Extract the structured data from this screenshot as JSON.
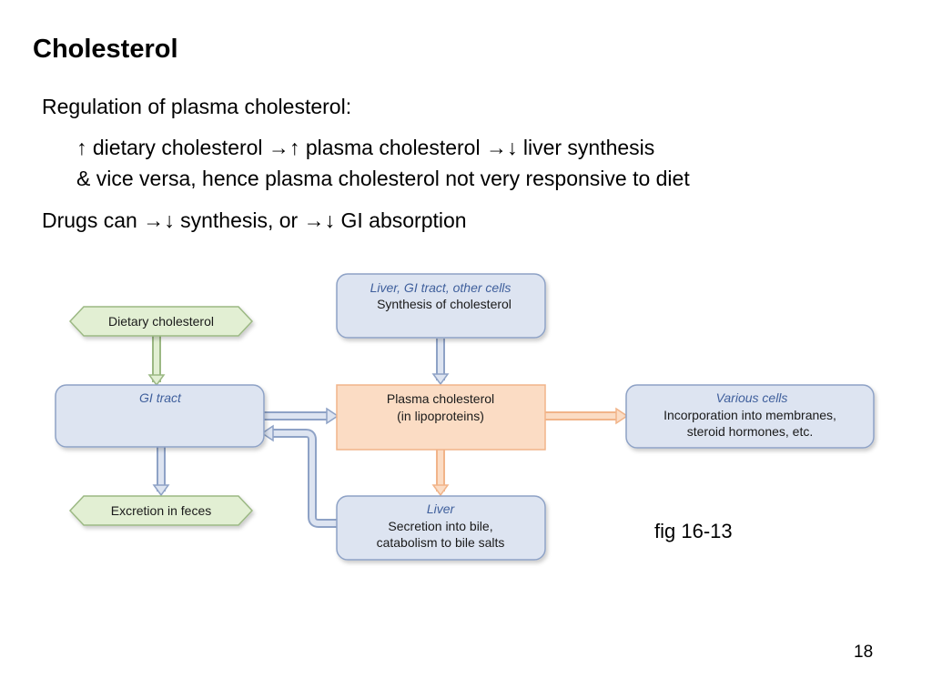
{
  "title": "Cholesterol",
  "text": {
    "line1": "Regulation of plasma cholesterol:",
    "line2": "↑ dietary cholesterol →↑ plasma cholesterol →↓ liver synthesis",
    "line3": "& vice versa, hence plasma cholesterol not very responsive to diet",
    "line4": "Drugs can →↓ synthesis, or →↓ GI absorption"
  },
  "diagram": {
    "dietary": "Dietary cholesterol",
    "gi_tract": "GI tract",
    "excretion": "Excretion in feces",
    "synthesis_header": "Liver, GI tract, other cells",
    "synthesis_body": "Synthesis of cholesterol",
    "plasma_line1": "Plasma cholesterol",
    "plasma_line2": "(in lipoproteins)",
    "cells_header": "Various cells",
    "cells_line1": "Incorporation into membranes,",
    "cells_line2": "steroid hormones, etc.",
    "liver_header": "Liver",
    "liver_line1": "Secretion into bile,",
    "liver_line2": "catabolism to bile salts"
  },
  "caption": "fig 16-13",
  "page_number": "18",
  "colors": {
    "blue_box": "#dde4f1",
    "blue_border": "#8ea2c6",
    "blue_italic": "#3f5f9c",
    "green_box": "#e2efd3",
    "green_border": "#9bb883",
    "orange_box": "#fbdcc4",
    "orange_border": "#f1b489"
  }
}
